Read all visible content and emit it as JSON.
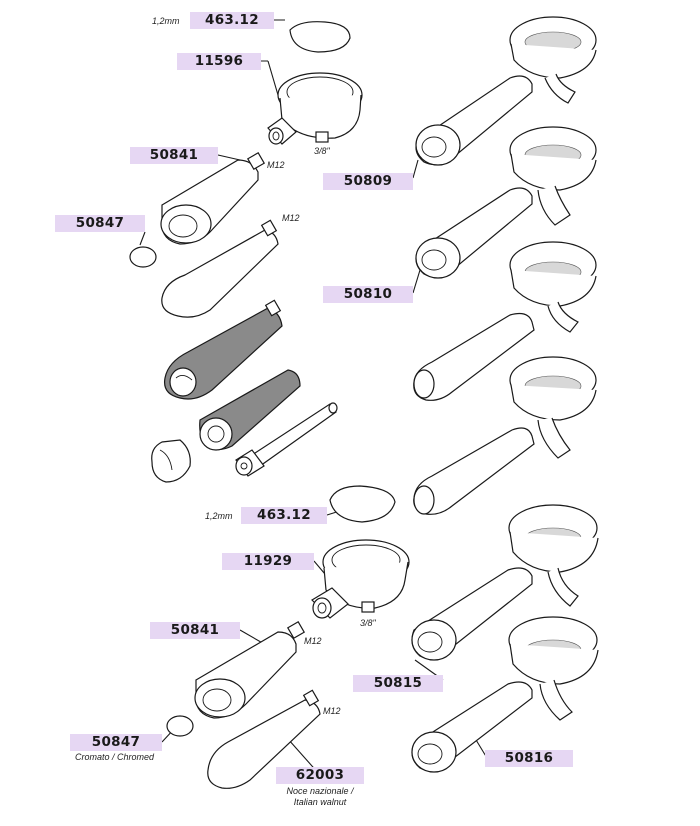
{
  "parts": {
    "gasket_top": {
      "code": "463.12"
    },
    "gasket_top_thickness": "1,2mm",
    "filter_holder_top": {
      "code": "11596"
    },
    "thread_38_top": "3/8\"",
    "handle_chrome_top": {
      "code": "50841"
    },
    "thread_m12_a": "M12",
    "cap_top": {
      "code": "50847"
    },
    "thread_m12_b": "M12",
    "assembly_50809": {
      "code": "50809"
    },
    "assembly_50810": {
      "code": "50810"
    },
    "gasket_bottom": {
      "code": "463.12"
    },
    "gasket_bottom_thickness": "1,2mm",
    "filter_holder_bottom": {
      "code": "11929"
    },
    "thread_38_bottom": "3/8\"",
    "handle_chrome_bottom": {
      "code": "50841"
    },
    "thread_m12_c": "M12",
    "cap_bottom": {
      "code": "50847"
    },
    "cap_bottom_note": "Cromato / Chromed",
    "handle_wood": {
      "code": "62003"
    },
    "thread_m12_d": "M12",
    "handle_wood_note_1": "Noce nazionale /",
    "handle_wood_note_2": "Italian walnut",
    "assembly_50815": {
      "code": "50815"
    },
    "assembly_50816": {
      "code": "50816"
    }
  }
}
